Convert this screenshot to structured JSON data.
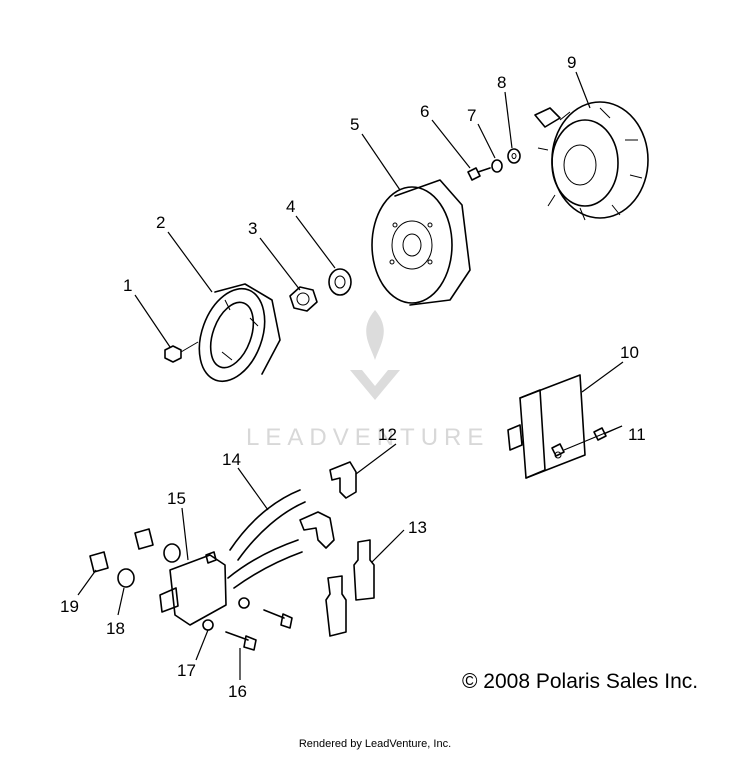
{
  "callouts": [
    "1",
    "2",
    "3",
    "4",
    "5",
    "6",
    "7",
    "8",
    "9",
    "10",
    "11",
    "12",
    "13",
    "14",
    "15",
    "16",
    "17",
    "18",
    "19"
  ],
  "watermark": "LEADVENTURE",
  "copyright": "© 2008 Polaris Sales Inc.",
  "footer": "Rendered by LeadVenture, Inc."
}
